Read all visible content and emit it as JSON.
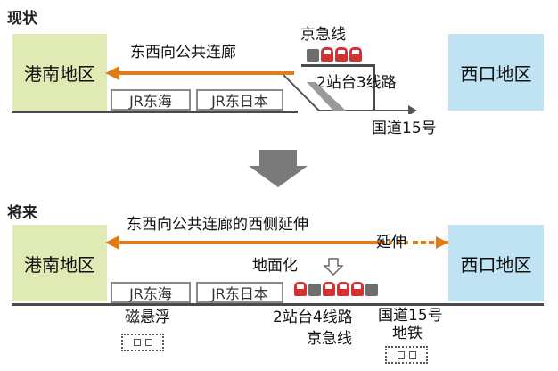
{
  "current": {
    "section_label": "现状",
    "left_district": "港南地区",
    "right_district": "西口地区",
    "corridor_label": "东西向公共连廊",
    "keikyu_label": "京急线",
    "platform_label": "2站台3线路",
    "jr_tokai": "JR东海",
    "jr_east": "JR东日本",
    "route15": "国道15号"
  },
  "future": {
    "section_label": "将来",
    "left_district": "港南地区",
    "right_district": "西口地区",
    "corridor_label": "东西向公共连廊的西侧延伸",
    "extension_label": "延伸",
    "ground_level_label": "地面化",
    "jr_tokai": "JR东海",
    "jr_east": "JR东日本",
    "maglev_label": "磁悬浮",
    "platform_label": "2站台4线路",
    "route15": "国道15号",
    "keikyu_label": "京急线",
    "subway_label": "地铁"
  },
  "colors": {
    "arrow_orange": "#e07b1a",
    "left_district_bg": "#dfeab5",
    "right_district_bg": "#bfe3f3",
    "train_red": "#d23232",
    "transition_arrow": "#7a7a7a"
  }
}
